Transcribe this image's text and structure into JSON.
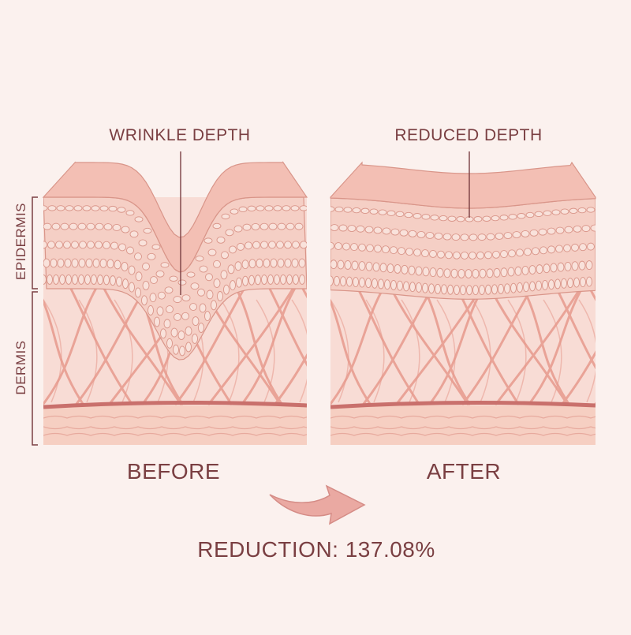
{
  "labels": {
    "before_callout": "WRINKLE DEPTH",
    "after_callout": "REDUCED DEPTH",
    "before_caption": "BEFORE",
    "after_caption": "AFTER",
    "reduction": "REDUCTION: 137.08%",
    "epidermis": "EPIDERMIS",
    "dermis": "DERMIS"
  },
  "colors": {
    "background": "#fbf1ee",
    "text": "#7a3f42",
    "skin_top": "#f3bfb4",
    "epidermis": "#f5cfc5",
    "cell_fill": "#f9e2db",
    "cell_stroke": "#d99589",
    "dermis": "#f8dcd5",
    "fiber": "#e79a8d",
    "fat_line": "#c9706c",
    "hypodermis": "#f6cfc2",
    "arrow": "#e9a8a1"
  }
}
